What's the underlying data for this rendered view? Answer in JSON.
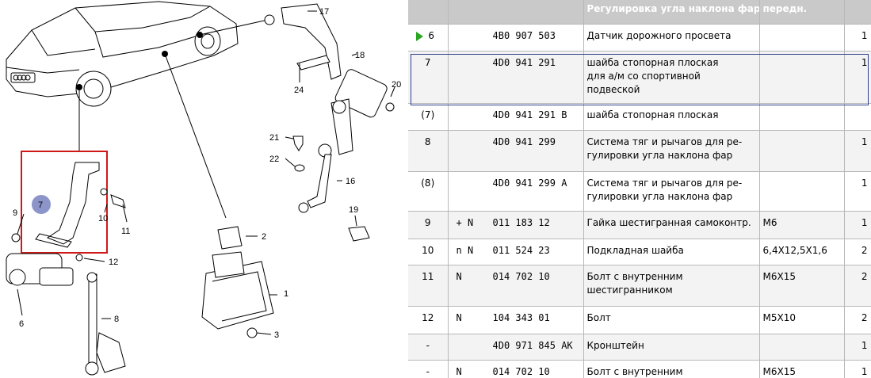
{
  "diagram": {
    "callouts": [
      "1",
      "2",
      "3",
      "6",
      "7",
      "8",
      "9",
      "10",
      "11",
      "12",
      "16",
      "17",
      "18",
      "19",
      "20",
      "21",
      "22",
      "24"
    ],
    "selected_callout": "7",
    "car_badge": "Audi"
  },
  "table": {
    "headers": [
      "",
      "",
      "Регулировка угла наклона фар",
      "передн.",
      ""
    ],
    "rows": [
      {
        "pos": "6",
        "mark": "",
        "part_no": "4B0 907 503",
        "desc": "Датчик дорожного просвета",
        "spec": "",
        "qty": "1",
        "current": true
      },
      {
        "pos": "7",
        "mark": "",
        "part_no": "4D0 941 291",
        "desc": "шайба стопорная плоская\nдля а/м со спортивной\nподвеской",
        "spec": "",
        "qty": "1",
        "selected": true
      },
      {
        "pos": "(7)",
        "mark": "",
        "part_no": "4D0 941 291 B",
        "desc": "шайба стопорная плоская",
        "spec": "",
        "qty": ""
      },
      {
        "pos": "8",
        "mark": "",
        "part_no": "4D0 941 299",
        "desc": "Система тяг и рычагов для ре-\nгулировки угла наклона фар",
        "spec": "",
        "qty": "1"
      },
      {
        "pos": "(8)",
        "mark": "",
        "part_no": "4D0 941 299 A",
        "desc": "Система тяг и рычагов для ре-\nгулировки угла наклона фар",
        "spec": "",
        "qty": "1"
      },
      {
        "pos": "9",
        "mark": "+ N",
        "part_no": "011 183 12",
        "desc": "Гайка шестигранная самоконтр.",
        "spec": "M6",
        "qty": "1"
      },
      {
        "pos": "10",
        "mark": "n N",
        "part_no": "011 524 23",
        "desc": "Подкладная шайба",
        "spec": "6,4X12,5X1,6",
        "qty": "2"
      },
      {
        "pos": "11",
        "mark": "N",
        "part_no": "014 702 10",
        "desc": "Болт с внутренним\nшестигранником",
        "spec": "M6X15",
        "qty": "2"
      },
      {
        "pos": "12",
        "mark": "N",
        "part_no": "104 343 01",
        "desc": "Болт",
        "spec": "M5X10",
        "qty": "2"
      },
      {
        "pos": "-",
        "mark": "",
        "part_no": "4D0 971 845 AK",
        "desc": "Кронштейн",
        "spec": "",
        "qty": "1"
      },
      {
        "pos": "-",
        "mark": "N",
        "part_no": "014 702 10",
        "desc": "Болт с внутренним",
        "spec": "M6X15",
        "qty": "1"
      }
    ]
  }
}
